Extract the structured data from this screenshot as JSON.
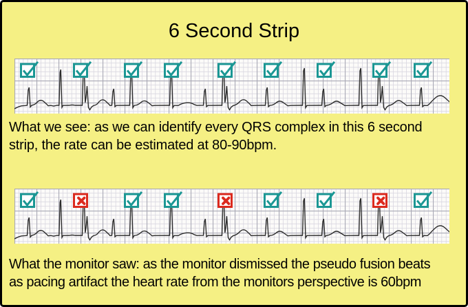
{
  "title": "6 Second Strip",
  "colors": {
    "background": "#F5F084",
    "border": "#000000",
    "check": "#1B9794",
    "cross": "#DC2A1E",
    "grid_minor": "#D8D6E0",
    "grid_major": "#A9A9B6",
    "trace": "#2B2B2B",
    "strip_background": "#FCFBF9",
    "text": "#000000"
  },
  "strip_top": {
    "marks": [
      "check",
      "check",
      "check",
      "check",
      "check",
      "check",
      "check",
      "check",
      "check"
    ],
    "caption_lines": [
      "What we see: as we can identify every QRS complex in this 6 second",
      "strip, the rate can be estimated at 80-90bpm."
    ]
  },
  "strip_bottom": {
    "marks": [
      "check",
      "cross",
      "check",
      "check",
      "cross",
      "check",
      "check",
      "cross",
      "check"
    ],
    "caption_lines": [
      "What the monitor saw: as the monitor dismissed the pseudo fusion beats",
      "as pacing artifact the heart rate from the monitors perspective is 60bpm"
    ]
  },
  "icons": {
    "check": "checkbox-checked-icon",
    "cross": "checkbox-dismissed-icon"
  }
}
